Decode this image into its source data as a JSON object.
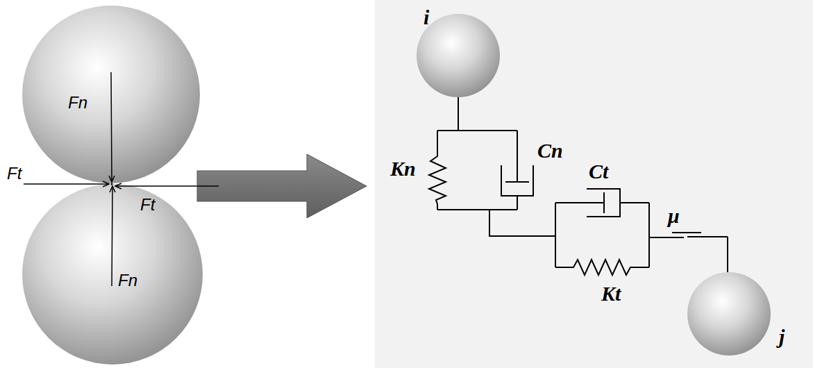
{
  "diagram": {
    "nodes": [
      {
        "text": [
          "i"
        ]
      },
      {
        "text": [
          "j"
        ]
      }
    ],
    "labels": [
      "Fn",
      "Ft",
      "Ft",
      "Fn",
      "Kn",
      "Cn",
      "Ct",
      "Kt",
      "μ"
    ]
  }
}
